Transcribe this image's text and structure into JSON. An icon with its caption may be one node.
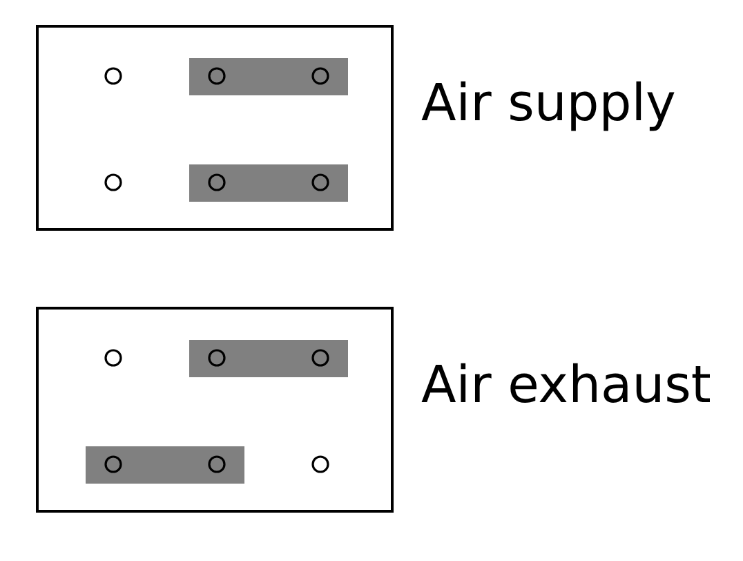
{
  "diagram": {
    "nodes": [
      {
        "text": [],
        "shape": "box",
        "beside": [
          "Air supply"
        ]
      },
      {
        "text": [],
        "shape": "box",
        "beside": [
          "Air exhaust"
        ]
      }
    ]
  }
}
